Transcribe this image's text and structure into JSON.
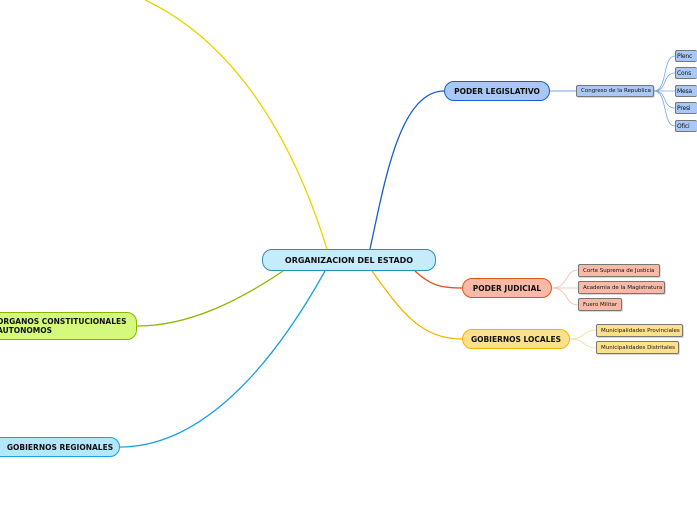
{
  "central": {
    "label": "ORGANIZACION DEL ESTADO",
    "fill": "#c6ecfb",
    "border": "#2a8fb8"
  },
  "branches": {
    "legislativo": {
      "label": "PODER LEGISLATIVO",
      "color": "#1a5cd0",
      "fill": "#a9c8f5",
      "child": "Congreso de la Republica",
      "grandchildren": [
        "Plenc",
        "Cons",
        "Mesa",
        "Presi",
        "Ofici"
      ]
    },
    "judicial": {
      "label": "PODER JUDICIAL",
      "color": "#e8501a",
      "fill": "#f8b9a6",
      "children": [
        "Corte Suprema de Justicia",
        "Academia de la Magistratura",
        "Fuero Militar"
      ]
    },
    "locales": {
      "label": "GOBIERNOS LOCALES",
      "color": "#f5b400",
      "fill": "#fde08a",
      "children": [
        "Municipalidades Provinciales",
        "Municipalidades Distritales"
      ]
    },
    "organos": {
      "label_line1": "ORGANOS CONSTITUCIONALES",
      "label_line2": "AUTONOMOS",
      "color": "#8ab800",
      "fill": "#d4f97d"
    },
    "regionales": {
      "label": "GOBIERNOS REGIONALES",
      "color": "#1aa0e0",
      "fill": "#b3e7fa"
    },
    "offscreen": {
      "color": "#e8d400"
    }
  }
}
